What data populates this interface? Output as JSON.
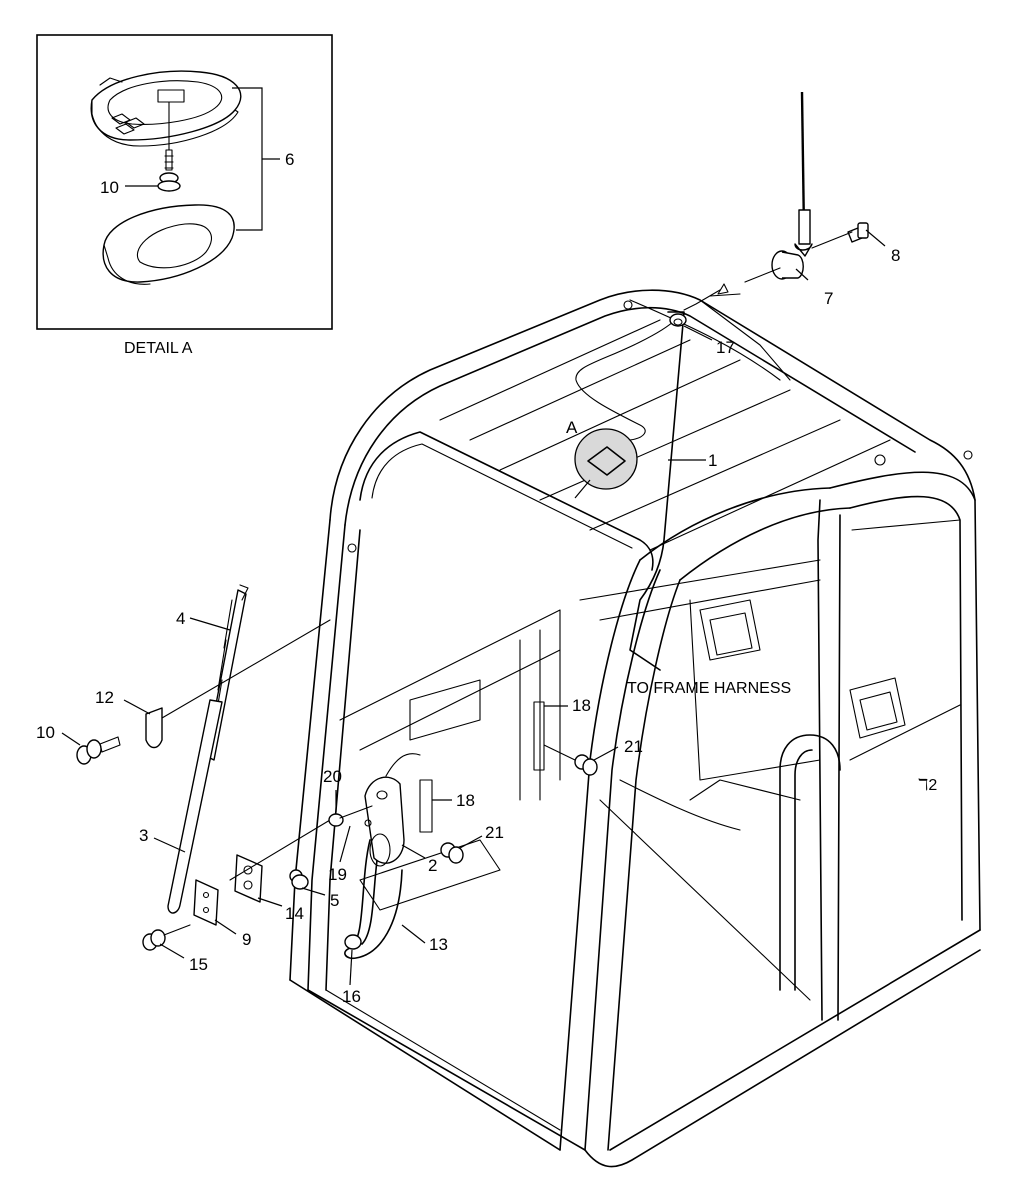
{
  "detail": {
    "caption": "DETAIL A",
    "view_letter": "A"
  },
  "notes": {
    "frame_harness": "TO FRAME HARNESS"
  },
  "callouts": [
    {
      "id": "1",
      "label": "1"
    },
    {
      "id": "2",
      "label": "2"
    },
    {
      "id": "3",
      "label": "3"
    },
    {
      "id": "4",
      "label": "4"
    },
    {
      "id": "5",
      "label": "5"
    },
    {
      "id": "6",
      "label": "6"
    },
    {
      "id": "7",
      "label": "7"
    },
    {
      "id": "8",
      "label": "8"
    },
    {
      "id": "9",
      "label": "9"
    },
    {
      "id": "10a",
      "label": "10"
    },
    {
      "id": "10b",
      "label": "10"
    },
    {
      "id": "12",
      "label": "12"
    },
    {
      "id": "13",
      "label": "13"
    },
    {
      "id": "14",
      "label": "14"
    },
    {
      "id": "15",
      "label": "15"
    },
    {
      "id": "16",
      "label": "16"
    },
    {
      "id": "17",
      "label": "17"
    },
    {
      "id": "18a",
      "label": "18"
    },
    {
      "id": "18b",
      "label": "18"
    },
    {
      "id": "19",
      "label": "19"
    },
    {
      "id": "20",
      "label": "20"
    },
    {
      "id": "21a",
      "label": "21"
    },
    {
      "id": "21b",
      "label": "21"
    }
  ]
}
